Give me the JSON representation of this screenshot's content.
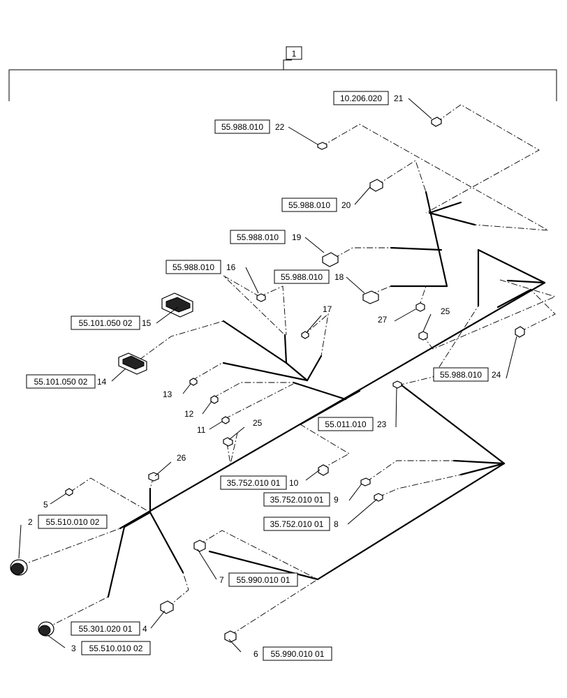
{
  "assembly_callout": "1",
  "callouts": [
    {
      "id": "c21",
      "num": "21",
      "ref": "10.206.020"
    },
    {
      "id": "c22",
      "num": "22",
      "ref": "55.988.010"
    },
    {
      "id": "c20",
      "num": "20",
      "ref": "55.988.010"
    },
    {
      "id": "c19",
      "num": "19",
      "ref": "55.988.010"
    },
    {
      "id": "c16",
      "num": "16",
      "ref": "55.988.010"
    },
    {
      "id": "c18",
      "num": "18",
      "ref": "55.988.010"
    },
    {
      "id": "c15",
      "num": "15",
      "ref": "55.101.050 02"
    },
    {
      "id": "c17",
      "num": "17",
      "ref": ""
    },
    {
      "id": "c27",
      "num": "27",
      "ref": ""
    },
    {
      "id": "c25a",
      "num": "25",
      "ref": ""
    },
    {
      "id": "c14",
      "num": "14",
      "ref": "55.101.050 02"
    },
    {
      "id": "c24",
      "num": "24",
      "ref": "55.988.010"
    },
    {
      "id": "c13",
      "num": "13",
      "ref": ""
    },
    {
      "id": "c12",
      "num": "12",
      "ref": ""
    },
    {
      "id": "c11",
      "num": "11",
      "ref": ""
    },
    {
      "id": "c25b",
      "num": "25",
      "ref": ""
    },
    {
      "id": "c23",
      "num": "23",
      "ref": "55.011.010"
    },
    {
      "id": "c26",
      "num": "26",
      "ref": ""
    },
    {
      "id": "c10",
      "num": "10",
      "ref": "35.752.010 01"
    },
    {
      "id": "c9",
      "num": "9",
      "ref": "35.752.010 01"
    },
    {
      "id": "c5",
      "num": "5",
      "ref": ""
    },
    {
      "id": "c2",
      "num": "2",
      "ref": "55.510.010 02"
    },
    {
      "id": "c8",
      "num": "8",
      "ref": "35.752.010 01"
    },
    {
      "id": "c7",
      "num": "7",
      "ref": "55.990.010 01"
    },
    {
      "id": "c4",
      "num": "4",
      "ref": "55.301.020 01"
    },
    {
      "id": "c3",
      "num": "3",
      "ref": "55.510.010 02"
    },
    {
      "id": "c6",
      "num": "6",
      "ref": "55.990.010 01"
    }
  ]
}
